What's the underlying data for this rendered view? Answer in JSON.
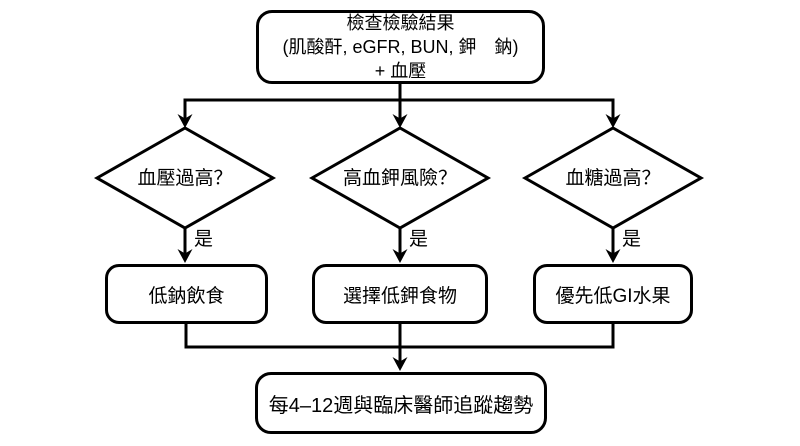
{
  "figure": {
    "background_color": "#ffffff",
    "line_color": "#000000",
    "diagram_type": "flowchart"
  },
  "nodes": {
    "start": {
      "lines": [
        "檢查檢驗結果",
        "(肌酸酐, eGFR, BUN, 鉀　鈉)",
        "+ 血壓"
      ]
    },
    "decisions": [
      {
        "label": "血壓過高？"
      },
      {
        "label": "高血鉀風險？"
      },
      {
        "label": "血糖過高？"
      }
    ],
    "actions": [
      {
        "label": "低鈉飲食"
      },
      {
        "label": "選擇低鉀食物"
      },
      {
        "label": "優先低GI水果"
      }
    ],
    "followup": {
      "label": "每4–12週與臨床醫師追蹤趨勢"
    }
  },
  "edges": {
    "yes_label": "是"
  }
}
